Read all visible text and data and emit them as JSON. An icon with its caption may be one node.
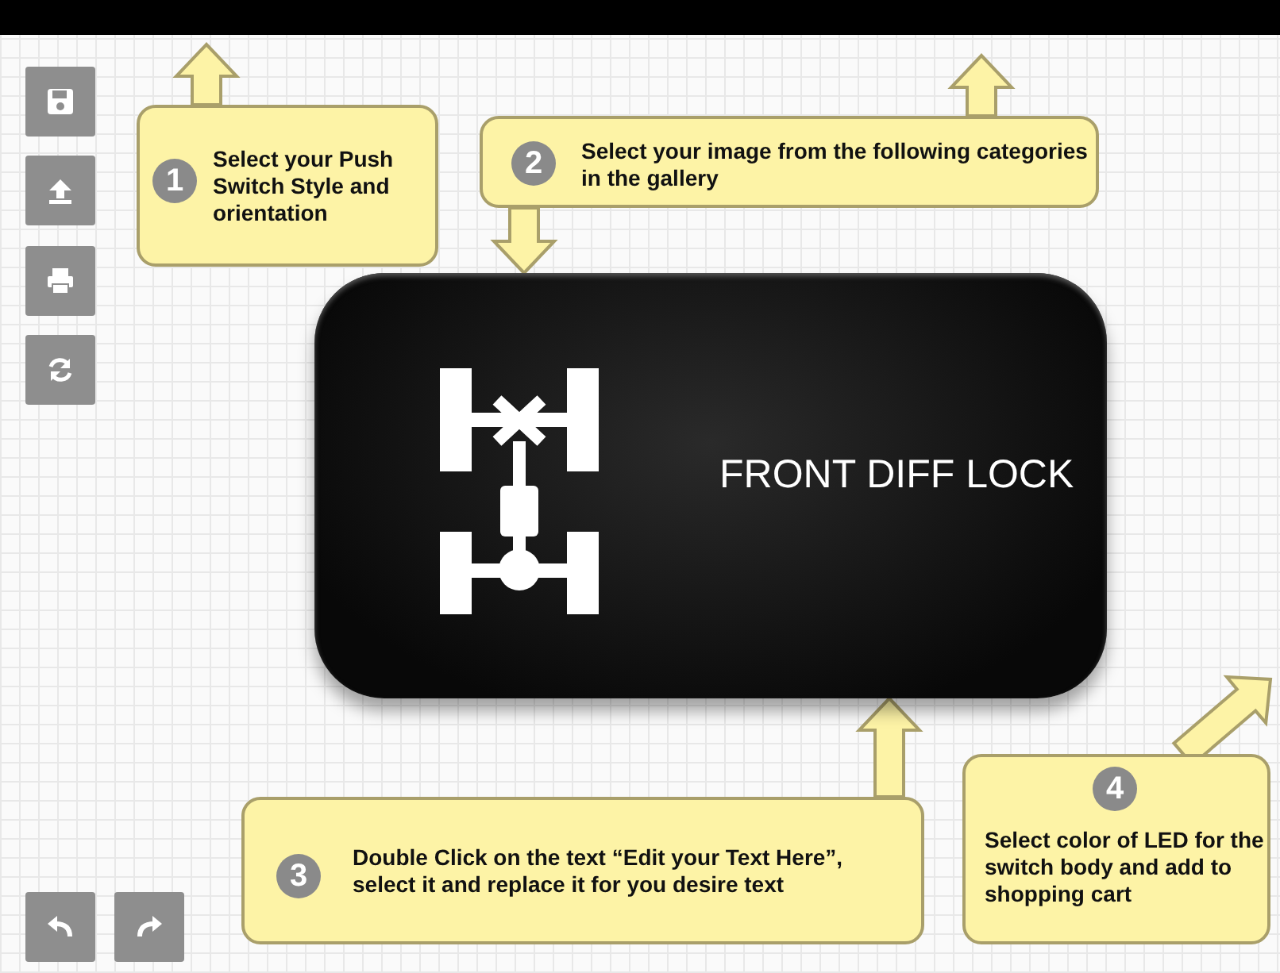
{
  "diagram": {
    "nodes": [
      {
        "text": [],
        "shape": "bar"
      },
      {
        "text": [
          "1",
          "Select your Push Switch Style and orientation"
        ]
      },
      {
        "text": [
          "2",
          "Select your image from the following categories in the gallery"
        ]
      },
      {
        "text": [
          "FRONT DIFF LOCK"
        ]
      },
      {
        "text": [
          "3",
          "Double Click on the text “Edit your Text Here”, select it and replace it for you desire text"
        ]
      },
      {
        "text": [
          "4",
          "Select color of LED for the switch body and add to shopping cart"
        ]
      }
    ],
    "edges": [
      {
        "from": 1,
        "to": null,
        "arrow": "to"
      },
      {
        "from": 2,
        "to": null,
        "arrow": "to"
      },
      {
        "from": 2,
        "to": 3,
        "arrow": "to"
      },
      {
        "from": 4,
        "to": 3,
        "arrow": "to"
      },
      {
        "from": 5,
        "to": null,
        "arrow": "to"
      }
    ]
  }
}
